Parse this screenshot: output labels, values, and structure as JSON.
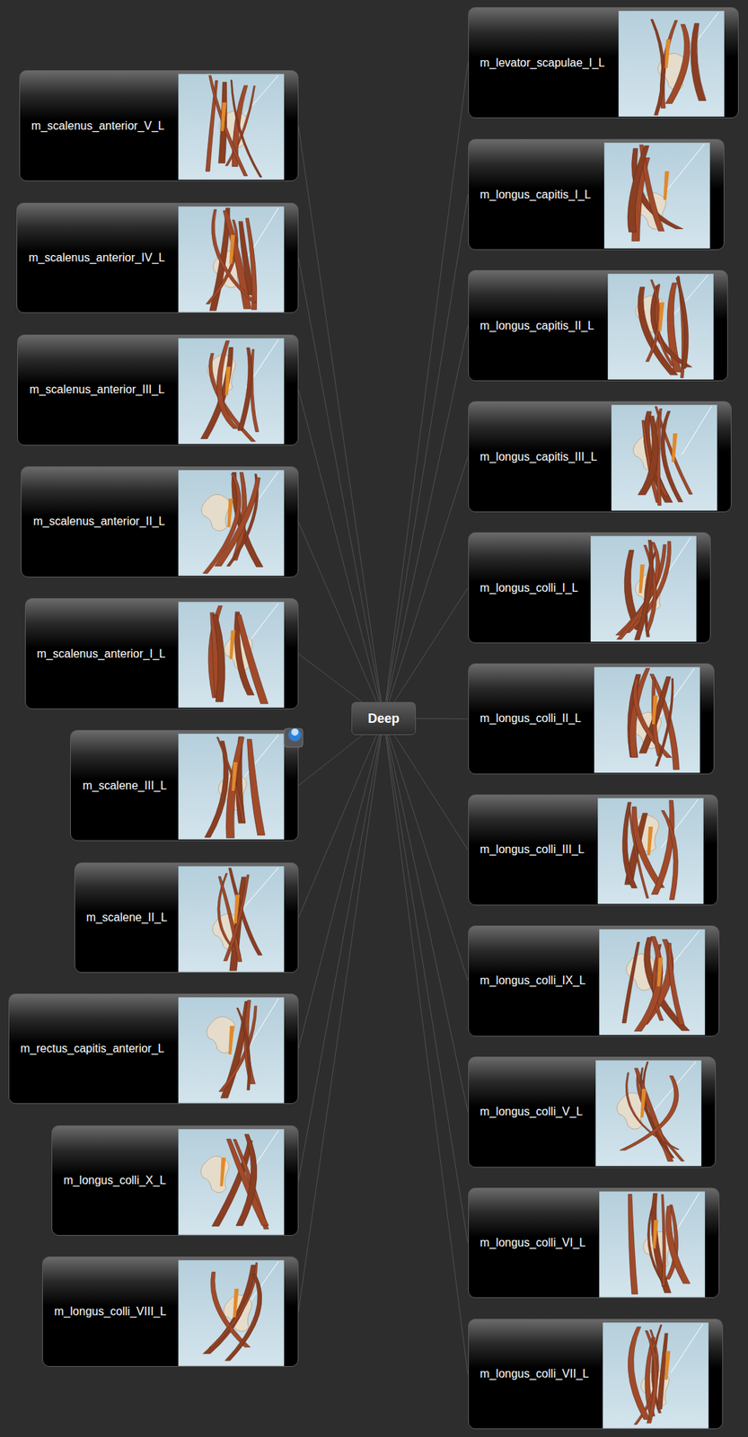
{
  "diagram": {
    "nodes": [
      {
        "text": [
          "Deep"
        ]
      },
      {
        "text": [
          "m_scalenus_anterior_V_L"
        ]
      },
      {
        "text": [
          "m_scalenus_anterior_IV_L"
        ]
      },
      {
        "text": [
          "m_scalenus_anterior_III_L"
        ]
      },
      {
        "text": [
          "m_scalenus_anterior_II_L"
        ]
      },
      {
        "text": [
          "m_scalenus_anterior_I_L"
        ]
      },
      {
        "text": [
          "m_scalene_III_L"
        ]
      },
      {
        "text": [
          "m_scalene_II_L"
        ]
      },
      {
        "text": [
          "m_rectus_capitis_anterior_L"
        ]
      },
      {
        "text": [
          "m_longus_colli_X_L"
        ]
      },
      {
        "text": [
          "m_longus_colli_VIII_L"
        ]
      },
      {
        "text": [
          "m_levator_scapulae_I_L"
        ]
      },
      {
        "text": [
          "m_longus_capitis_I_L"
        ]
      },
      {
        "text": [
          "m_longus_capitis_II_L"
        ]
      },
      {
        "text": [
          "m_longus_capitis_III_L"
        ]
      },
      {
        "text": [
          "m_longus_colli_I_L"
        ]
      },
      {
        "text": [
          "m_longus_colli_II_L"
        ]
      },
      {
        "text": [
          "m_longus_colli_III_L"
        ]
      },
      {
        "text": [
          "m_longus_colli_IX_L"
        ]
      },
      {
        "text": [
          "m_longus_colli_V_L"
        ]
      },
      {
        "text": [
          "m_longus_colli_VI_L"
        ]
      },
      {
        "text": [
          "m_longus_colli_VII_L"
        ]
      }
    ],
    "edges": [
      {
        "from": 0,
        "to": 1,
        "arrow": "none"
      },
      {
        "from": 0,
        "to": 2,
        "arrow": "none"
      },
      {
        "from": 0,
        "to": 3,
        "arrow": "none"
      },
      {
        "from": 0,
        "to": 4,
        "arrow": "none"
      },
      {
        "from": 0,
        "to": 5,
        "arrow": "none"
      },
      {
        "from": 0,
        "to": 6,
        "arrow": "none"
      },
      {
        "from": 0,
        "to": 7,
        "arrow": "none"
      },
      {
        "from": 0,
        "to": 8,
        "arrow": "none"
      },
      {
        "from": 0,
        "to": 9,
        "arrow": "none"
      },
      {
        "from": 0,
        "to": 10,
        "arrow": "none"
      },
      {
        "from": 0,
        "to": 11,
        "arrow": "none"
      },
      {
        "from": 0,
        "to": 12,
        "arrow": "none"
      },
      {
        "from": 0,
        "to": 13,
        "arrow": "none"
      },
      {
        "from": 0,
        "to": 14,
        "arrow": "none"
      },
      {
        "from": 0,
        "to": 15,
        "arrow": "none"
      },
      {
        "from": 0,
        "to": 16,
        "arrow": "none"
      },
      {
        "from": 0,
        "to": 17,
        "arrow": "none"
      },
      {
        "from": 0,
        "to": 18,
        "arrow": "none"
      },
      {
        "from": 0,
        "to": 19,
        "arrow": "none"
      },
      {
        "from": 0,
        "to": 20,
        "arrow": "none"
      },
      {
        "from": 0,
        "to": 21,
        "arrow": "none"
      }
    ]
  }
}
